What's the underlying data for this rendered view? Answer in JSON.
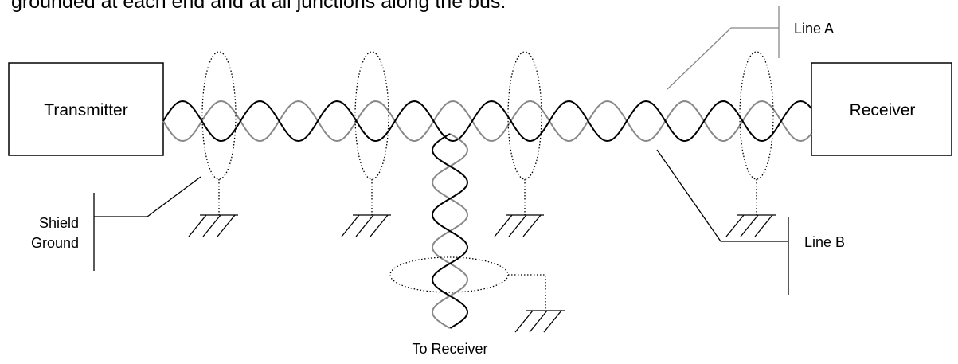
{
  "caption": "grounded at each end and at all junctions along the bus.",
  "labels": {
    "transmitter": "Transmitter",
    "receiver": "Receiver",
    "line_a": "Line A",
    "line_b": "Line B",
    "shield_ground_1": "Shield",
    "shield_ground_2": "Ground",
    "to_receiver": "To Receiver"
  },
  "colors": {
    "line_a": "#888888",
    "line_b": "#000000"
  }
}
